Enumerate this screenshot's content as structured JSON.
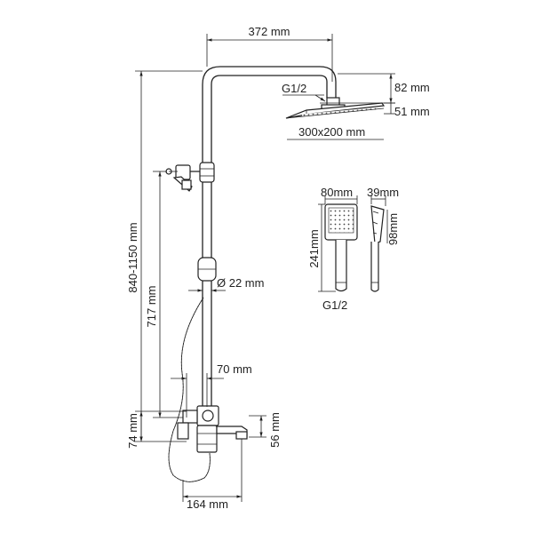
{
  "dimensions": {
    "arm_length": "372 mm",
    "head_connection_thread": "G1/2",
    "head_height": "82 mm",
    "head_thickness": "51 mm",
    "head_size": "300x200 mm",
    "height_range": "840-1150 mm",
    "holder_height": "717 mm",
    "pipe_diameter": "Ø 22 mm",
    "holder_offset": "70 mm",
    "base_height": "74 mm",
    "spout_height": "56 mm",
    "bottom_width": "164 mm"
  },
  "hand_shower": {
    "width": "80mm",
    "depth": "39mm",
    "length": "241mm",
    "side_length": "98mm",
    "thread": "G1/2"
  }
}
